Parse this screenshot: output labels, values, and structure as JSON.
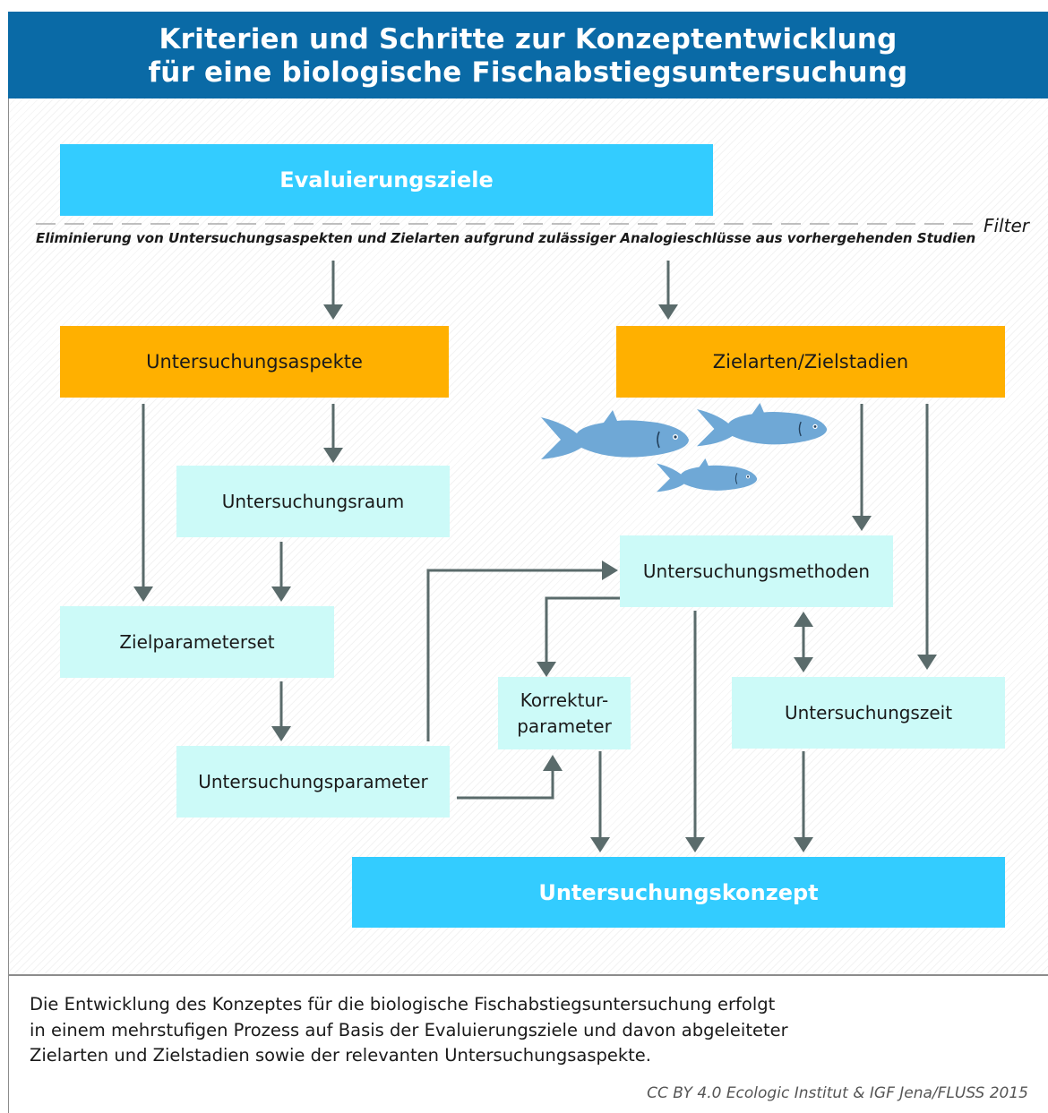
{
  "title": {
    "line1": "Kriterien und Schritte zur Konzeptentwicklung",
    "line2": "für eine biologische Fischabstiegsuntersuchung"
  },
  "nodes": {
    "evaluierungsziele": "Evaluierungsziele",
    "untersuchungsaspekte": "Untersuchungsaspekte",
    "zielarten": "Zielarten/Zielstadien",
    "untersuchungsraum": "Untersuchungsraum",
    "untersuchungsmethoden": "Untersuchungsmethoden",
    "zielparameterset": "Zielparameterset",
    "korrektur_line1": "Korrektur-",
    "korrektur_line2": "parameter",
    "untersuchungszeit": "Untersuchungszeit",
    "untersuchungsparameter": "Untersuchungsparameter",
    "untersuchungskonzept": "Untersuchungskonzept"
  },
  "filter": {
    "label": "Filter",
    "note": "Eliminierung von Untersuchungsaspekten und Zielarten aufgrund zulässiger Analogieschlüsse aus vorhergehenden Studien"
  },
  "caption": {
    "line1": "Die Entwicklung des Konzeptes für die biologische Fischabstiegsuntersuchung erfolgt",
    "line2": "in einem mehrstufigen Prozess auf Basis der Evaluierungsziele und davon abgeleiteter",
    "line3": "Zielarten und Zielstadien sowie der relevanten Untersuchungsaspekte."
  },
  "credit": "CC BY 4.0  Ecologic Institut & IGF Jena/FLUSS 2015",
  "colors": {
    "header": "#0a6aa6",
    "main_box": "#33ccff",
    "orange_box": "#ffb000",
    "light_box": "#ccfaf8",
    "arrow": "#5a6b6b",
    "fish": "#6fa8d6"
  },
  "icons": [
    "fish-icon",
    "fish-icon",
    "fish-icon"
  ]
}
